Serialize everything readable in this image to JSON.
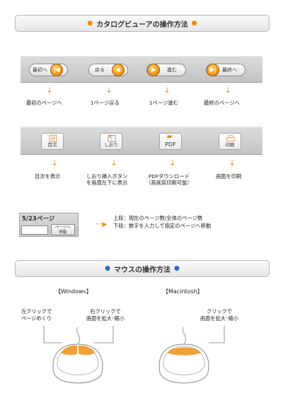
{
  "header_viewer": {
    "dot_left": "●",
    "title": "カタログビューアの操作方法",
    "dot_right": "●"
  },
  "nav_toolbar": {
    "first_btn": "最初へ",
    "back_btn": "戻る",
    "forward_btn": "進む",
    "last_btn": "最終へ"
  },
  "nav_captions": {
    "first": "最初のページへ",
    "back": "1ページ戻る",
    "forward": "1ページ進む",
    "last": "最終のページへ"
  },
  "tool_toolbar": {
    "toc_btn": "目次",
    "bookmark_btn": "しおり",
    "pdf_btn": "PDF",
    "print_btn": "印刷"
  },
  "tool_captions": {
    "toc": "目次を表示",
    "bookmark_line1": "しおり挿入ボタン",
    "bookmark_line2": "を画面左下に表示",
    "pdf_line1": "PDFダウンロード",
    "pdf_line2": "（高画質印刷可能）",
    "print": "画面を印刷"
  },
  "page_widget": {
    "count": "5/23ページ",
    "move_btn_line1": "ページへ",
    "move_btn_line2": "移動",
    "arrow": "･･･▶",
    "desc_line1": "上段：現在のページ数/全体のページ数",
    "desc_line2": "下段：数字を入力して指定のページへ移動"
  },
  "header_mouse": {
    "dot_left": "●",
    "title": "マウスの操作方法",
    "dot_right": "●"
  },
  "windows": {
    "label": "【Windows】",
    "left_line1": "左クリックで",
    "left_line2": "ページめくり",
    "right_line1": "右クリックで",
    "right_line2": "画面を拡大･縮小"
  },
  "mac": {
    "label": "【Macintosh】",
    "line1": "クリックで",
    "line2": "画面を拡大･縮小"
  },
  "colors": {
    "accent_orange": "#f08a10",
    "accent_blue": "#2a66c8"
  }
}
